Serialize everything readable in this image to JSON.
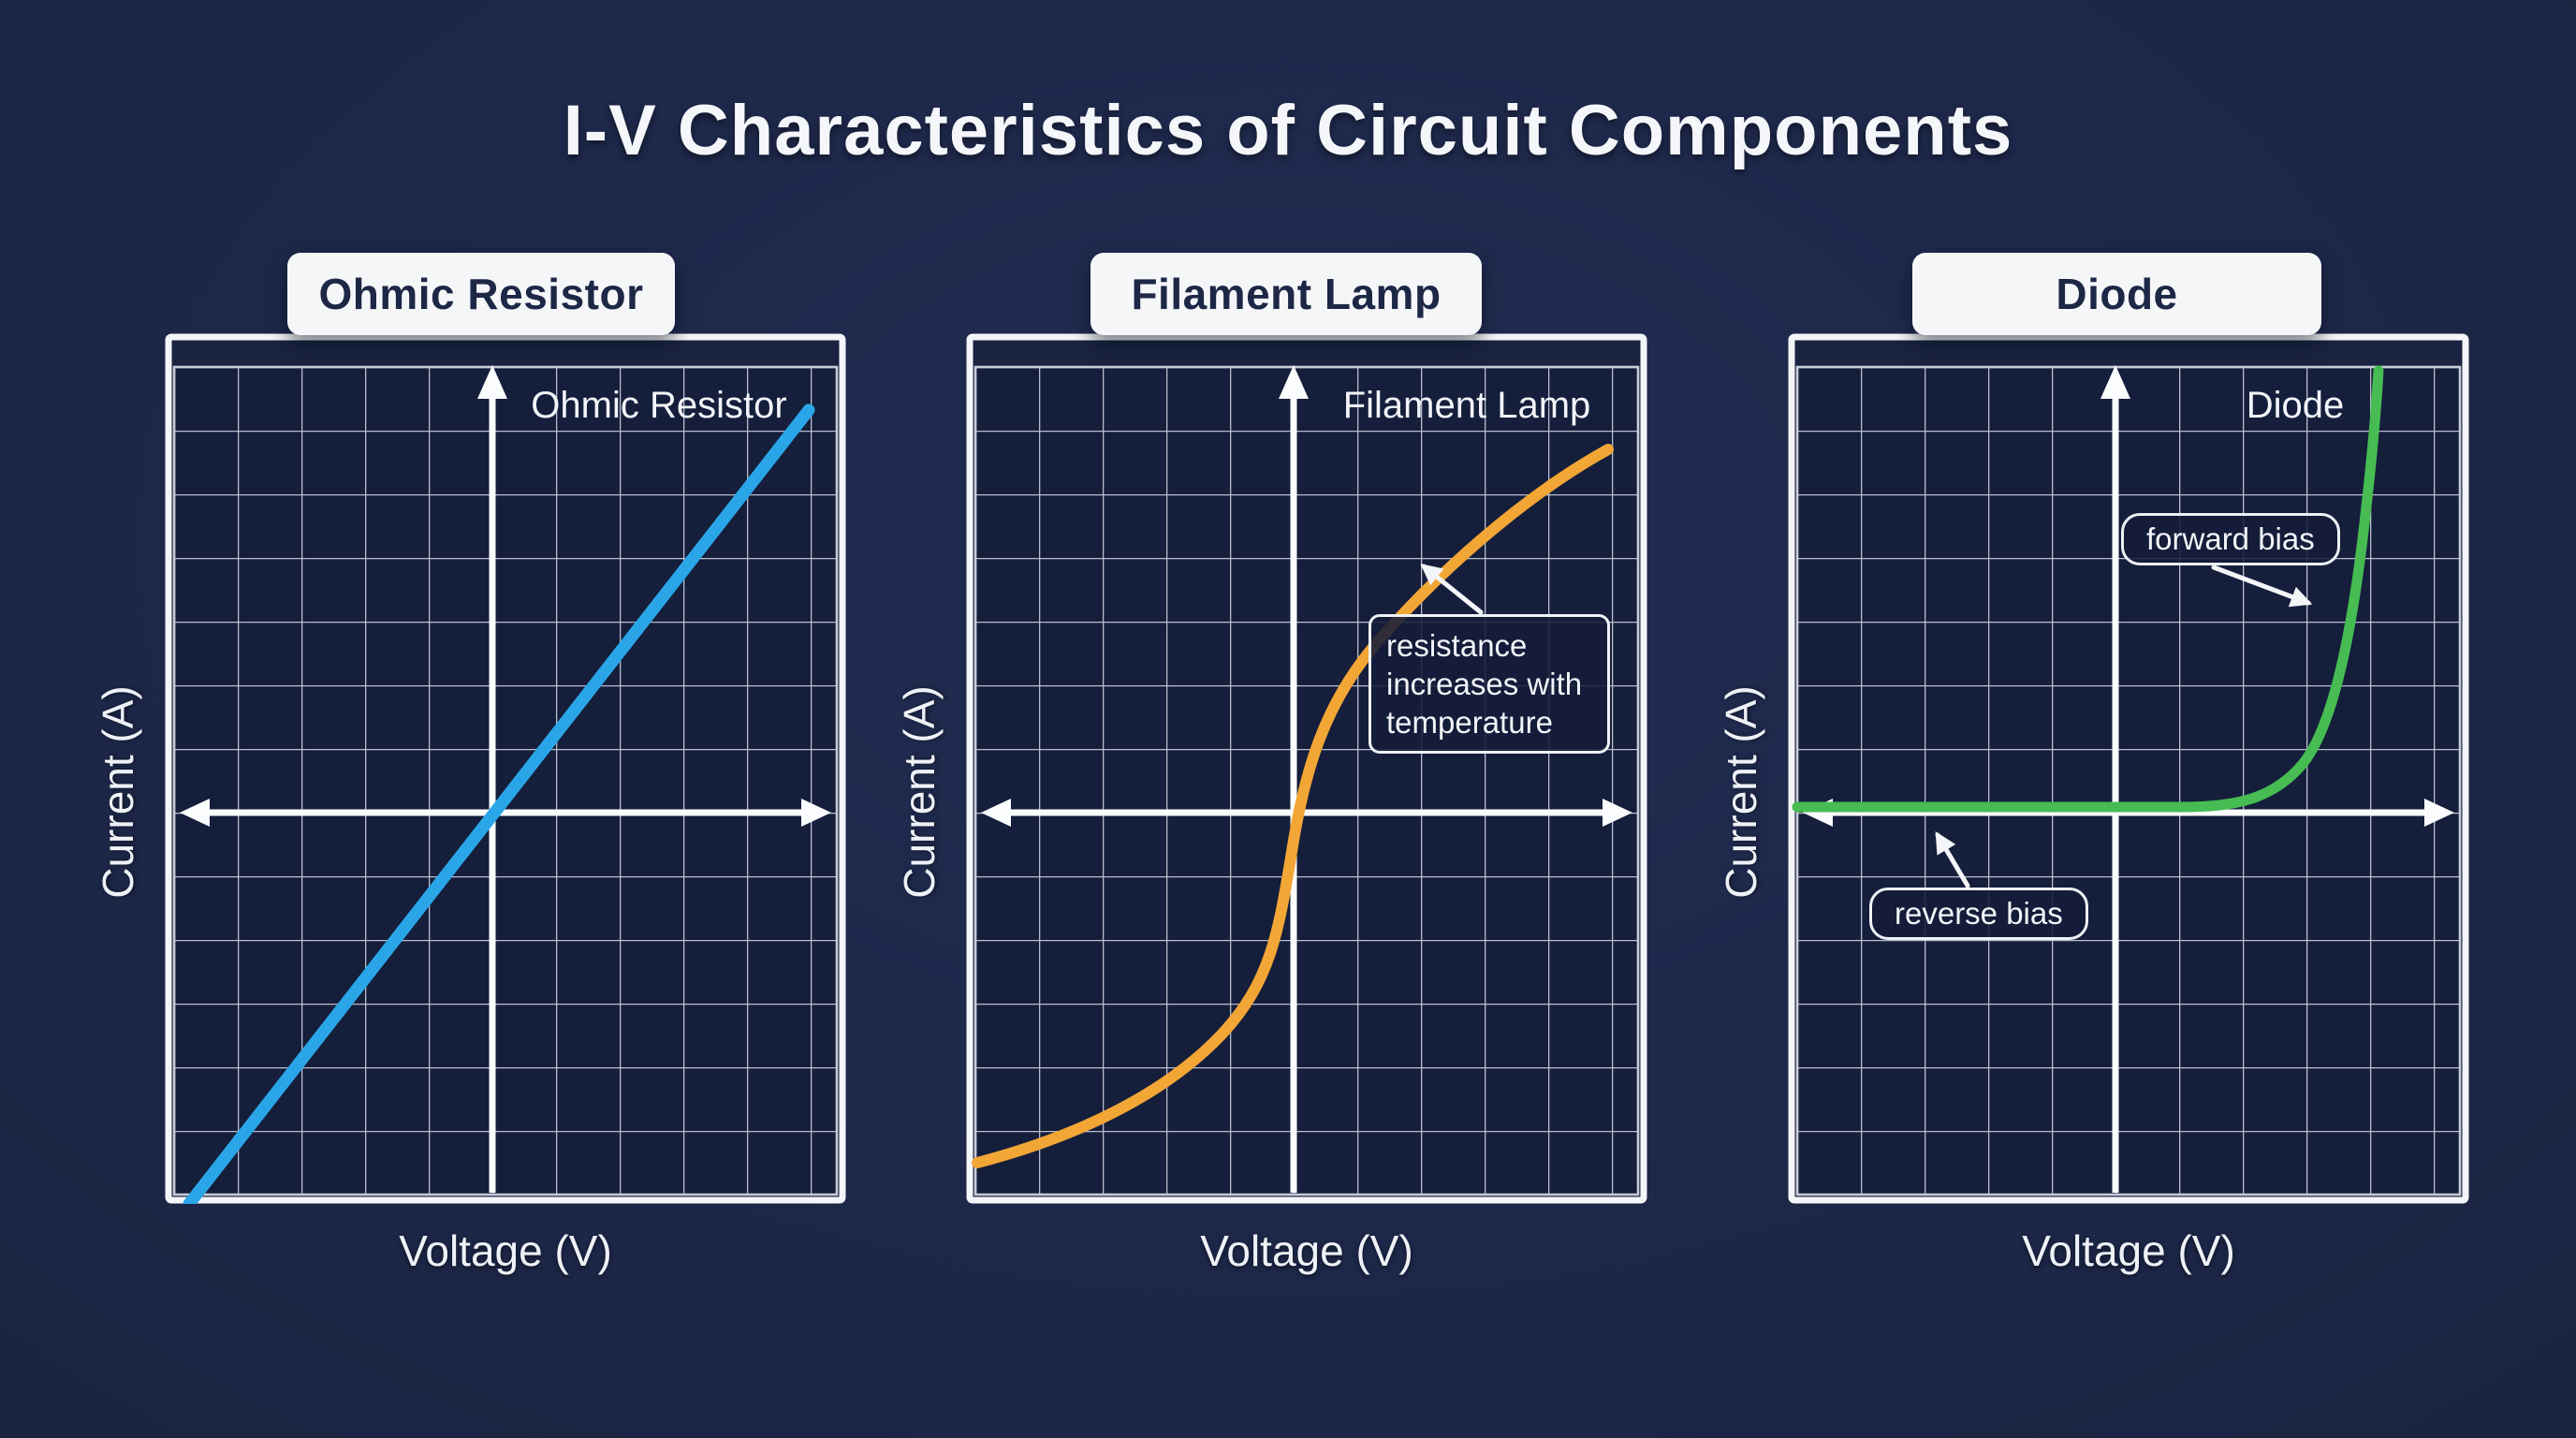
{
  "page": {
    "title": "I-V Characteristics of Circuit Components",
    "background_color": "#1b2443",
    "grid_line_color": "#c7ccd8",
    "axis_color": "#fbfcfe"
  },
  "charts": [
    {
      "tab_label": "Ohmic Resistor",
      "plot_label": "Ohmic Resistor",
      "x_axis_label": "Voltage (V)",
      "y_axis_label": "Current (A)",
      "curve_color": "#2aa6e8",
      "annotations": []
    },
    {
      "tab_label": "Filament Lamp",
      "plot_label": "Filament Lamp",
      "x_axis_label": "Voltage (V)",
      "y_axis_label": "Current (A)",
      "curve_color": "#f2a636",
      "annotations": [
        {
          "lines": [
            "resistance",
            "increases with",
            "temperature"
          ]
        }
      ]
    },
    {
      "tab_label": "Diode",
      "plot_label": "Diode",
      "x_axis_label": "Voltage (V)",
      "y_axis_label": "Current (A)",
      "curve_color": "#46bc52",
      "annotations": [
        {
          "lines": [
            "forward bias"
          ]
        },
        {
          "lines": [
            "reverse bias"
          ]
        }
      ]
    }
  ],
  "chart_data": [
    {
      "type": "line",
      "title": "Ohmic Resistor",
      "xlabel": "Voltage (V)",
      "ylabel": "Current (A)",
      "units": "grid cells, unlabeled axes with origin at center",
      "x_range": [
        -5,
        5
      ],
      "y_range": [
        -6.5,
        7
      ],
      "grid": "on",
      "legend": "none",
      "series": [
        {
          "name": "Ohmic Resistor",
          "x": [
            -5,
            -4,
            -3,
            -2,
            -1,
            0,
            1,
            2,
            3,
            4,
            5
          ],
          "y": [
            -6.3,
            -5.1,
            -3.8,
            -2.5,
            -1.3,
            0,
            1.3,
            2.5,
            3.8,
            5.1,
            6.3
          ],
          "shape": "straight line through origin"
        }
      ]
    },
    {
      "type": "line",
      "title": "Filament Lamp",
      "xlabel": "Voltage (V)",
      "ylabel": "Current (A)",
      "units": "grid cells, unlabeled axes with origin at center",
      "x_range": [
        -5,
        5
      ],
      "y_range": [
        -6.5,
        7
      ],
      "grid": "on",
      "legend": "none",
      "series": [
        {
          "name": "Filament Lamp",
          "x": [
            -5,
            -4,
            -3,
            -2,
            -1,
            -0.5,
            0,
            0.5,
            1,
            2,
            3,
            4,
            5
          ],
          "y": [
            -5.5,
            -5.1,
            -4.4,
            -3.3,
            -1.8,
            -1.0,
            0,
            1.0,
            1.8,
            3.3,
            4.4,
            5.1,
            5.7
          ],
          "shape": "S-curve, steepest at origin, flattening at extremes"
        }
      ],
      "annotations": [
        "resistance increases with temperature"
      ]
    },
    {
      "type": "line",
      "title": "Diode",
      "xlabel": "Voltage (V)",
      "ylabel": "Current (A)",
      "units": "grid cells, unlabeled axes with origin at center",
      "x_range": [
        -5,
        5
      ],
      "y_range": [
        -6.5,
        7
      ],
      "grid": "on",
      "legend": "none",
      "series": [
        {
          "name": "Diode",
          "x": [
            -5,
            -4,
            -3,
            -2,
            -1,
            0,
            0.5,
            1,
            1.5,
            2,
            2.5,
            3,
            3.5,
            4.1
          ],
          "y": [
            0.05,
            0.05,
            0.05,
            0.05,
            0.05,
            0.05,
            0.05,
            0.1,
            0.3,
            0.8,
            1.9,
            3.7,
            5.5,
            6.9
          ],
          "shape": "flat along axis in reverse bias, sharp exponential rise in forward bias"
        }
      ],
      "annotations": [
        "forward bias",
        "reverse bias"
      ]
    }
  ]
}
